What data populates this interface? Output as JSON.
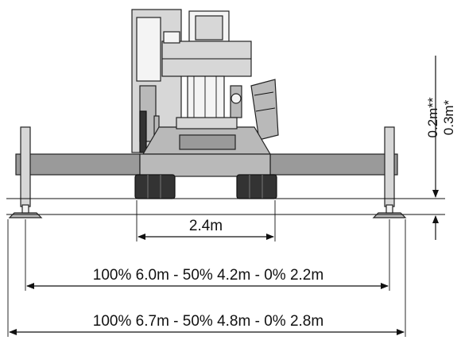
{
  "dimensions": {
    "inner_track": "2.4m",
    "outrigger_inner": "100% 6.0m - 50% 4.2m - 0% 2.2m",
    "outrigger_outer": "100% 6.7m - 50% 4.8m - 0% 2.8m",
    "clearance_upper": "0.2m**",
    "clearance_lower": "0.3m*"
  },
  "colors": {
    "body": "#9a9a9a",
    "light": "#d7d7d7",
    "dark": "#333333",
    "line": "#111111"
  }
}
